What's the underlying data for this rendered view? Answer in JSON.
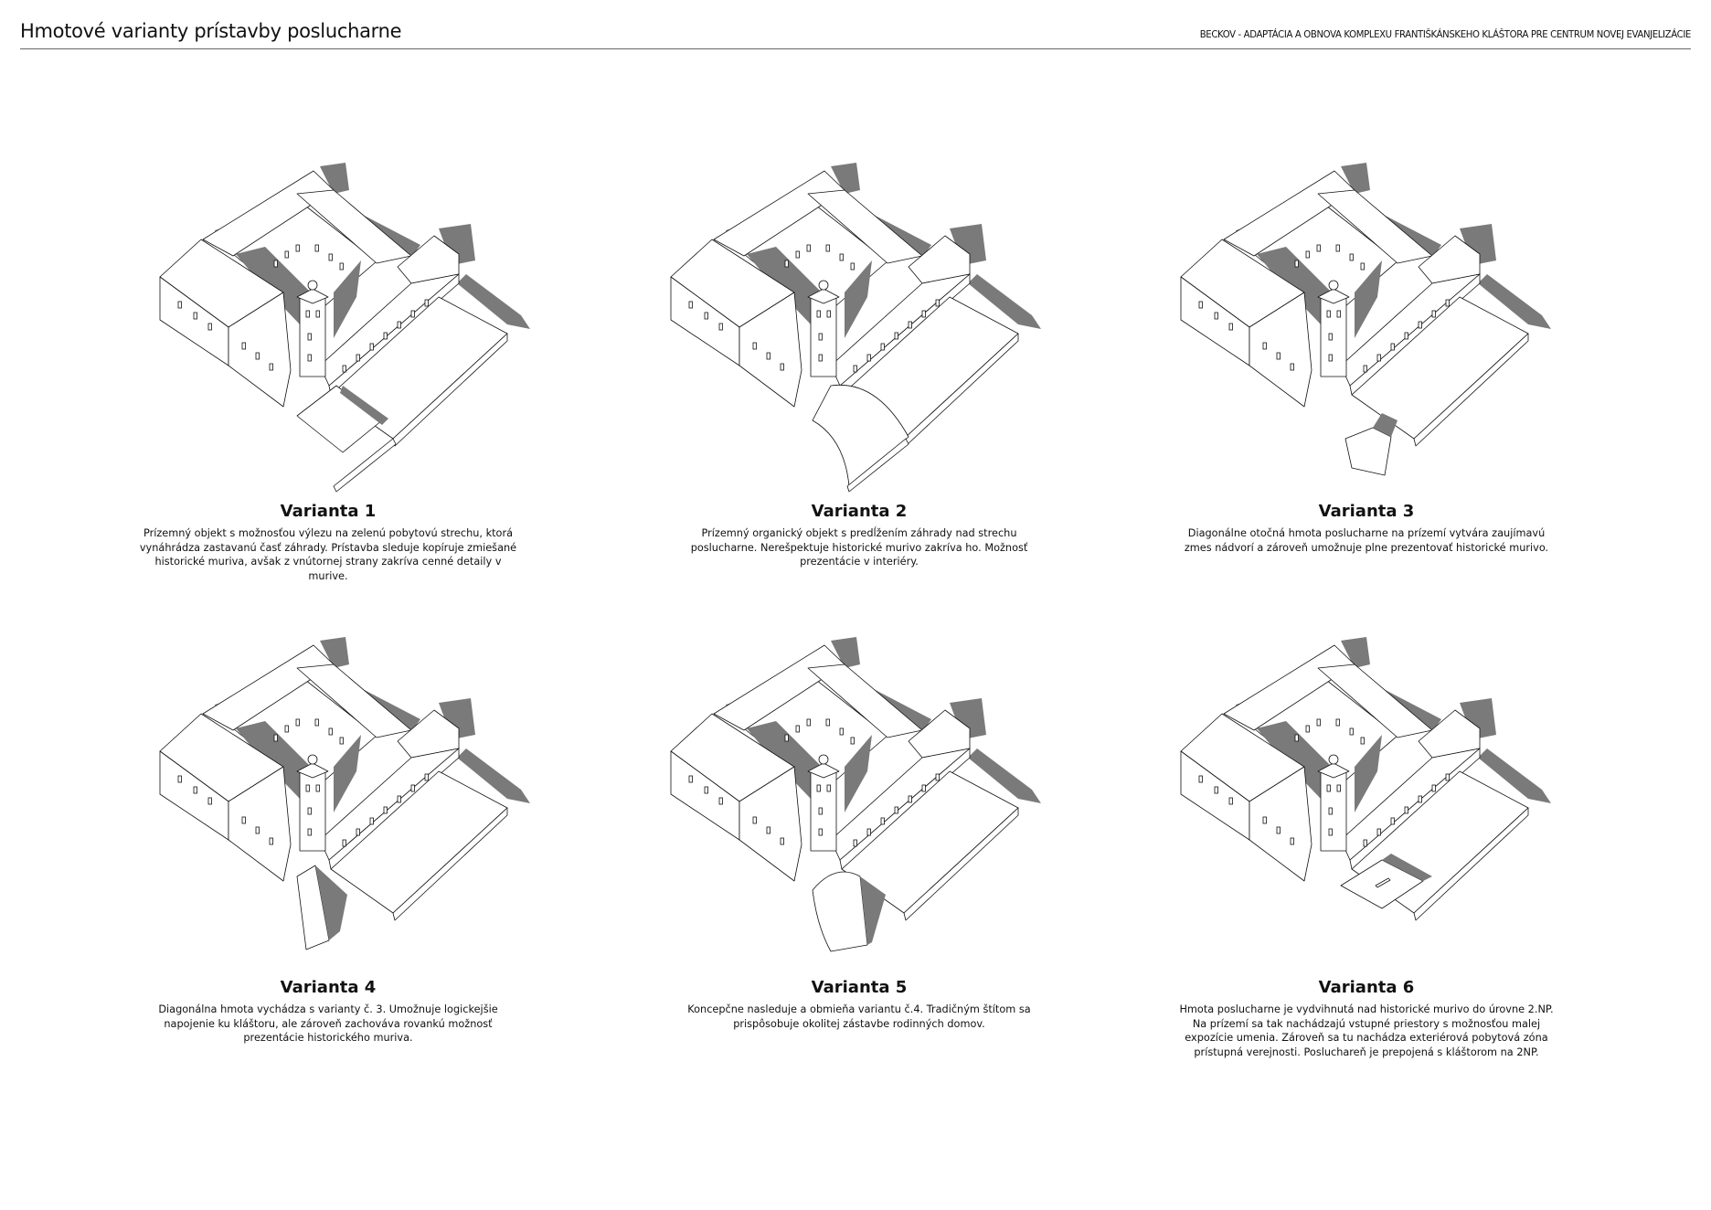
{
  "header": {
    "title": "Hmotové varianty prístavby poslucharne",
    "project": "BECKOV - ADAPTÁCIA A OBNOVA KOMPLEXU FRANTIŠKÁNSKEHO KLÁŠTORA PRE CENTRUM NOVEJ EVANJELIZÁCIE"
  },
  "colors": {
    "line": "#111111",
    "shadow": "#7a7a7a",
    "rule": "#666666"
  },
  "variants": [
    {
      "title": "Varianta 1",
      "description": "Prízemný objekt s možnosťou výlezu na zelenú pobytovú strechu, ktorá vynáhrádza zastavanú časť záhrady. Prístavba sleduje kopíruje zmiešané historické muriva, avšak z vnútornej strany zakríva cenné detaily v murive."
    },
    {
      "title": "Varianta 2",
      "description": "Prízemný organický objekt s predĺžením záhrady nad strechu poslucharne. Nerešpektuje historické murivo zakríva ho. Možnosť prezentácie v interiéry."
    },
    {
      "title": "Varianta 3",
      "description": "Diagonálne otočná hmota poslucharne na prízemí vytvára zaujímavú zmes nádvorí a zároveň umožnuje plne prezentovať historické murivo."
    },
    {
      "title": "Varianta 4",
      "description": "Diagonálna hmota vychádza s varianty č. 3. Umožnuje logickejšie napojenie ku kláštoru, ale zároveň zachováva rovankú možnosť prezentácie historického muriva."
    },
    {
      "title": "Varianta 5",
      "description": "Koncepčne nasleduje a obmieňa variantu č.4. Tradičným štítom sa prispôsobuje okolitej zástavbe rodinných domov."
    },
    {
      "title": "Varianta 6",
      "description": "Hmota poslucharne je vydvihnutá nad historické murivo do úrovne 2.NP. Na prízemí sa tak nachádzajú vstupné priestory s možnosťou malej expozície umenia. Zároveň sa tu nachádza exteriérová pobytová zóna prístupná verejnosti. Posluchareň je prepojená s kláštorom na 2NP."
    }
  ]
}
